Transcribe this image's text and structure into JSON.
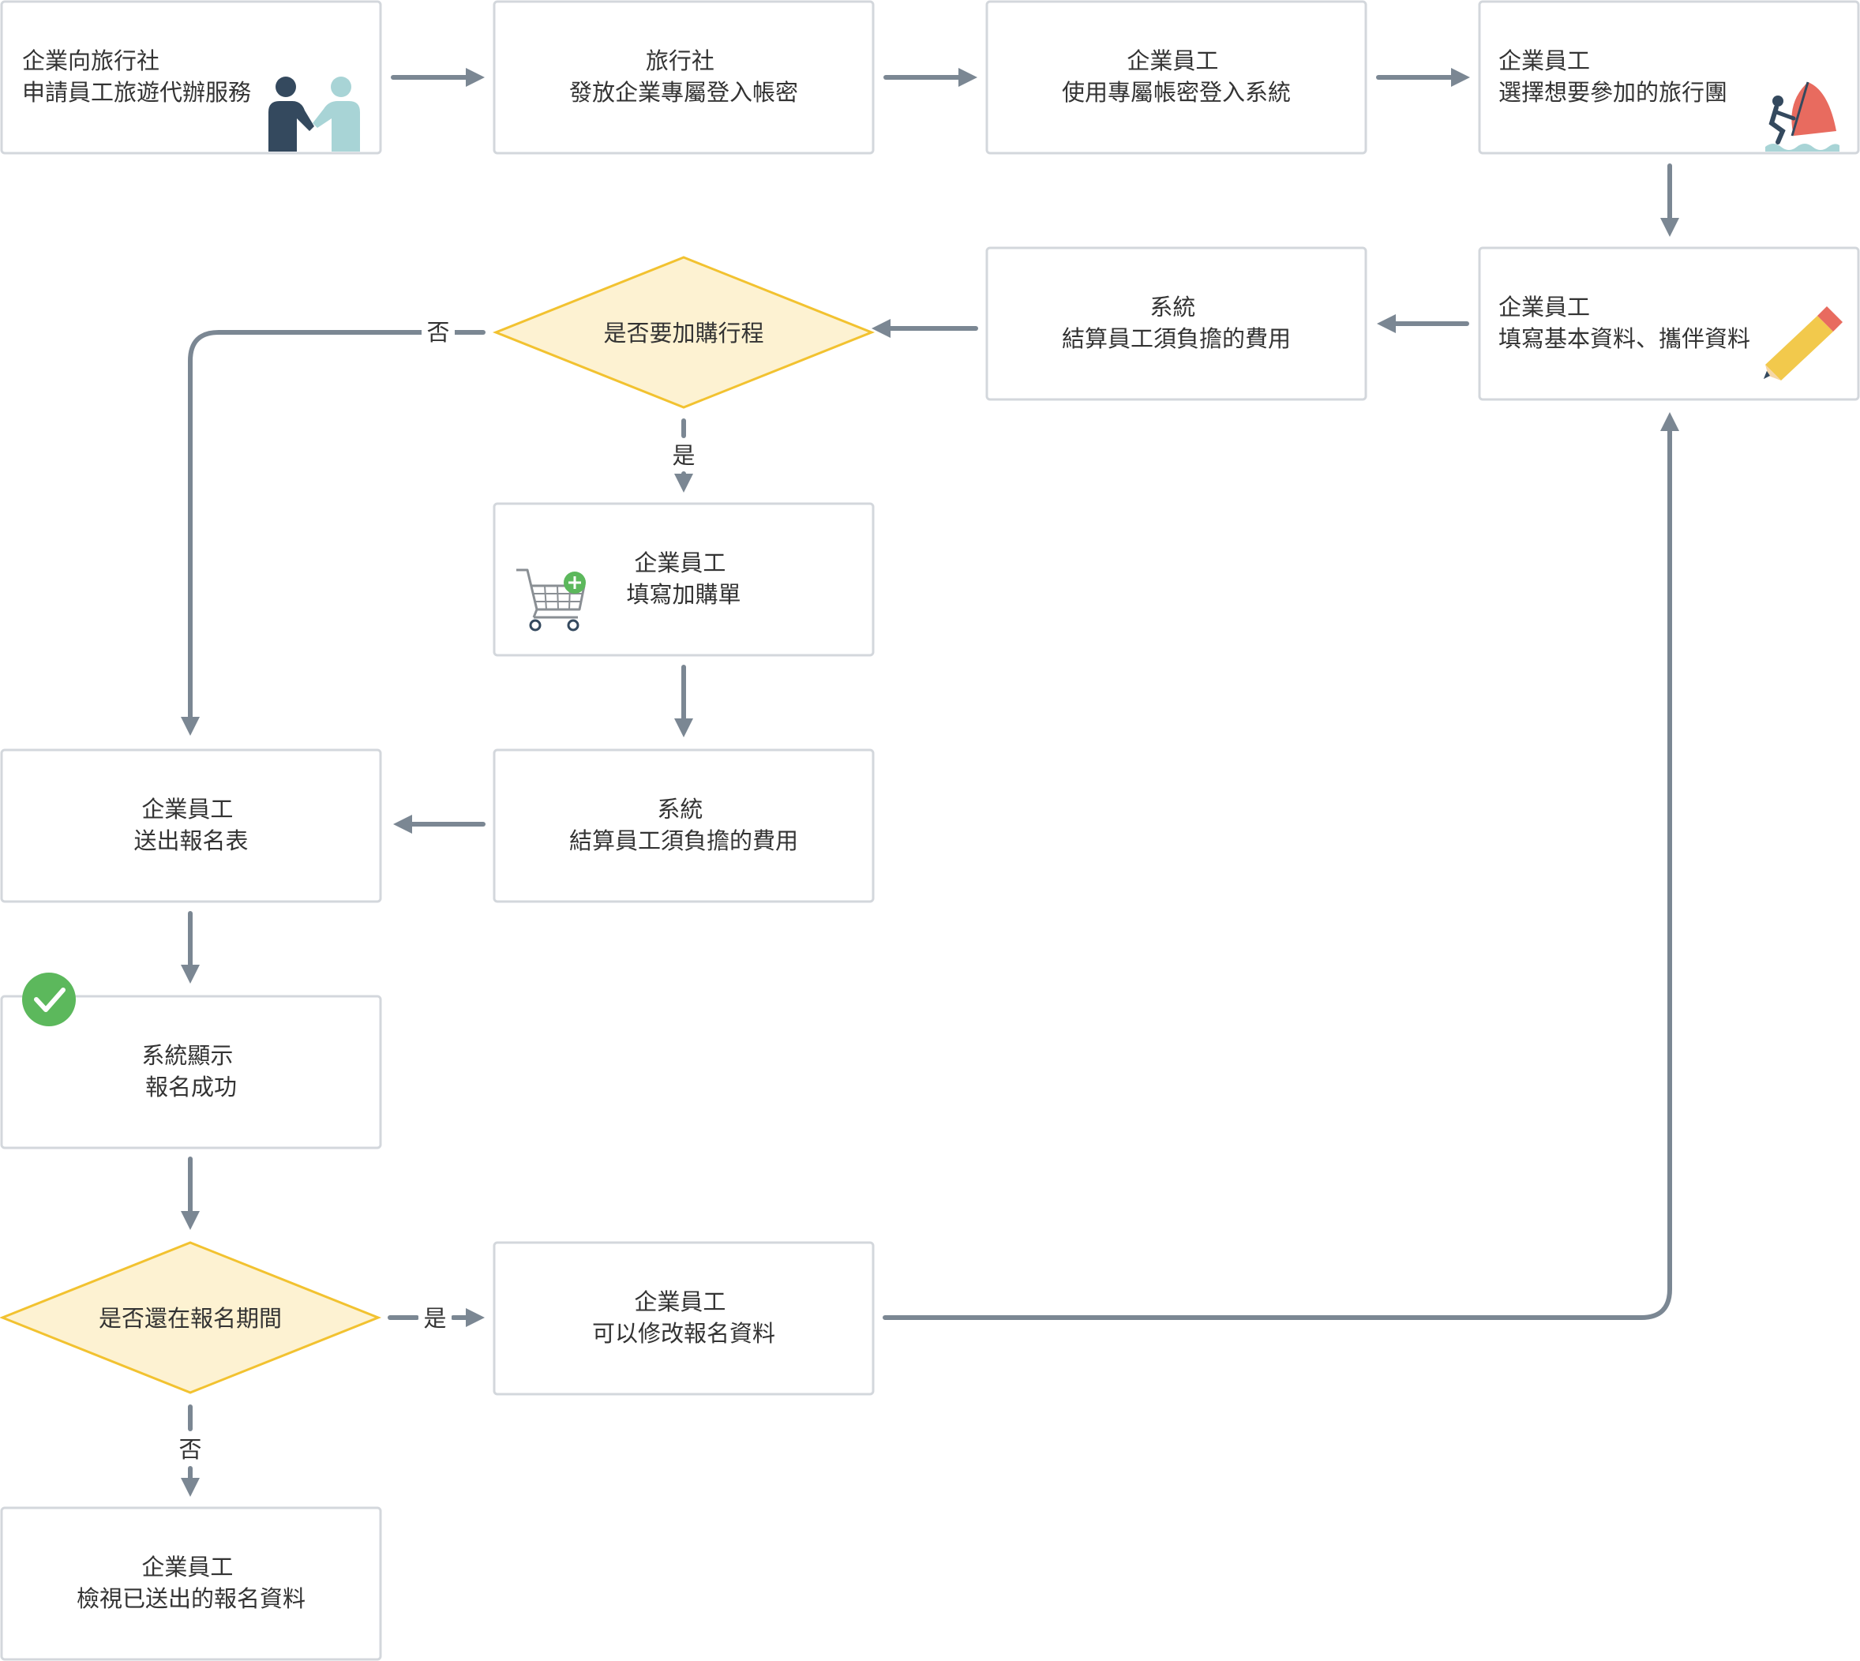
{
  "nodes": {
    "n1": [
      "企業向旅行社",
      "申請員工旅遊代辦服務"
    ],
    "n2": [
      "旅行社",
      "發放企業專屬登入帳密"
    ],
    "n3": [
      "企業員工",
      "使用專屬帳密登入系統"
    ],
    "n4": [
      "企業員工",
      "選擇想要參加的旅行團"
    ],
    "n5": [
      "企業員工",
      "填寫基本資料、攜伴資料"
    ],
    "n6": [
      "系統",
      "結算員工須負擔的費用"
    ],
    "d1": [
      "是否要加購行程"
    ],
    "n7": [
      "企業員工",
      "填寫加購單"
    ],
    "n8": [
      "系統",
      "結算員工須負擔的費用"
    ],
    "n9": [
      "企業員工",
      "送出報名表"
    ],
    "n10": [
      "系統顯示",
      "報名成功"
    ],
    "d2": [
      "是否還在報名期間"
    ],
    "n11": [
      "企業員工",
      "可以修改報名資料"
    ],
    "n12": [
      "企業員工",
      "檢視已送出的報名資料"
    ]
  },
  "edge_labels": {
    "d1_no": "否",
    "d1_yes": "是",
    "d2_yes": "是",
    "d2_no": "否"
  },
  "colors": {
    "box_border": "#d3d7dc",
    "decision_fill": "#fdf2d2",
    "decision_border": "#f2c230",
    "connector": "#7b8793",
    "text": "#333333",
    "success": "#5cb85c"
  },
  "icons": {
    "n1": "handshake-icon",
    "n4": "windsurfing-icon",
    "n5": "pencil-icon",
    "n7": "add-to-cart-icon",
    "n10": "success-check-icon"
  }
}
